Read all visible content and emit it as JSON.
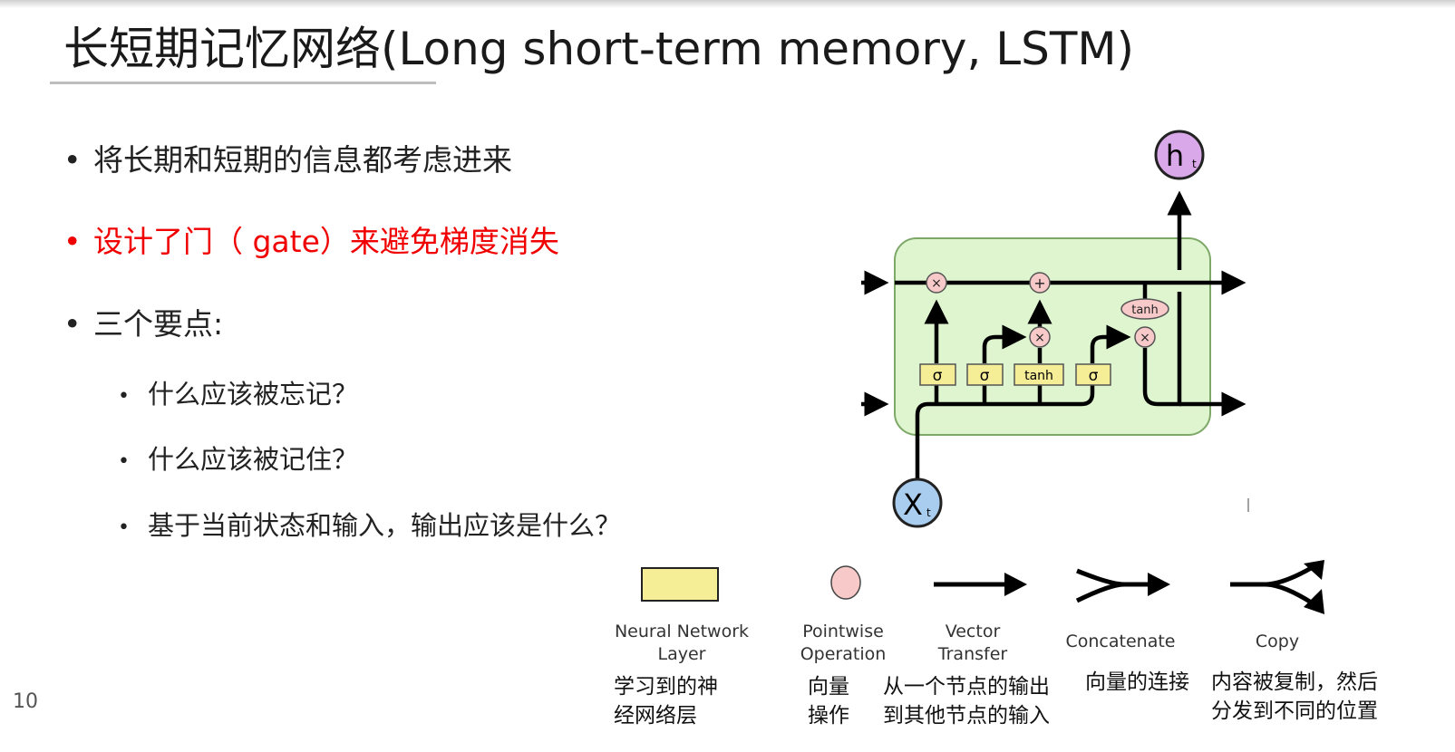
{
  "title": "长短期记忆网络(Long short-term memory, LSTM)",
  "bullets": [
    {
      "text": "将长期和短期的信息都考虑进来",
      "color": "#222222"
    },
    {
      "text": "设计了门（ gate）来避免梯度消失",
      "color": "#f00000"
    },
    {
      "text": "三个要点:",
      "color": "#222222"
    }
  ],
  "sub_bullets": [
    "什么应该被忘记？",
    "什么应该被记住？",
    "基于当前状态和输入，输出应该是什么？"
  ],
  "bullet_glyph": "•",
  "diagram": {
    "output_label": "h",
    "output_sub": "t",
    "input_label": "X",
    "input_sub": "t",
    "gates": [
      "σ",
      "σ",
      "tanh",
      "σ"
    ],
    "pointwise_ops": [
      "×",
      "+",
      "×",
      "×"
    ],
    "cell_tanh": "tanh",
    "colors": {
      "cell": "#dff5cf",
      "layer": "#f5ee96",
      "pointwise": "#f8c9c9",
      "output": "#d9a8e8",
      "input": "#a9cdee"
    }
  },
  "legend": [
    {
      "en": "Neural Network\nLayer",
      "cn": "学习到的神\n经网络层"
    },
    {
      "en": "Pointwise\nOperation",
      "cn": "向量\n操作"
    },
    {
      "en": "Vector\nTransfer",
      "cn": "从一个节点的输出\n到其他节点的输入"
    },
    {
      "en": "Concatenate",
      "cn": "向量的连接"
    },
    {
      "en": "Copy",
      "cn": "内容被复制，然后\n分发到不同的位置"
    }
  ],
  "page_number": "10"
}
